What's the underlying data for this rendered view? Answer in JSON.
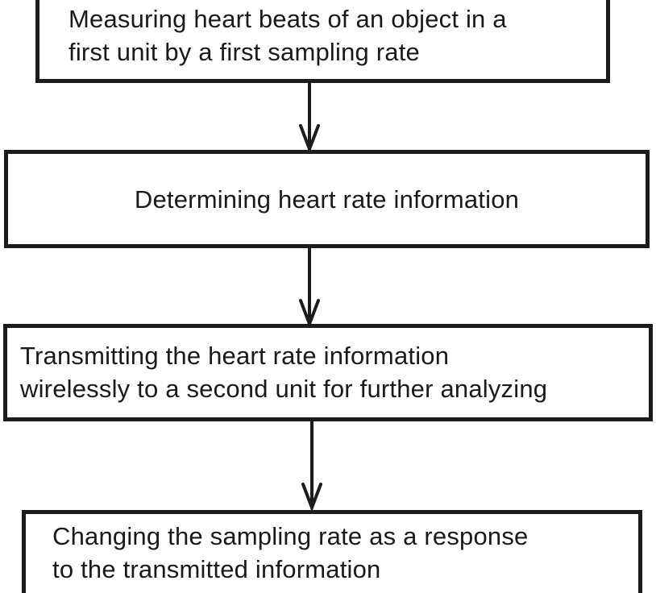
{
  "figure": {
    "type": "flowchart",
    "background_color": "#ffffff",
    "ink_color": "#1c1c1c",
    "steps": [
      {
        "id": "step-1",
        "text": "Measuring heart beats of an object in a first unit by a first sampling rate",
        "lines": [
          "Measuring heart beats of an object in a",
          "first unit by a first sampling rate"
        ]
      },
      {
        "id": "step-2",
        "text": "Determining heart rate information",
        "lines": [
          "Determining heart rate information"
        ]
      },
      {
        "id": "step-3",
        "text": "Transmitting the heart rate information wirelessly to a second unit for further analyzing",
        "lines": [
          "Transmitting the heart rate information",
          "wirelessly to a second unit for further analyzing"
        ]
      },
      {
        "id": "step-4",
        "text": "Changing the sampling rate as a response to the transmitted information",
        "lines": [
          "Changing the sampling rate as a response",
          "to the transmitted information"
        ]
      }
    ],
    "connectors": [
      {
        "from": "step-1",
        "to": "step-2",
        "direction": "down"
      },
      {
        "from": "step-2",
        "to": "step-3",
        "direction": "down"
      },
      {
        "from": "step-3",
        "to": "step-4",
        "direction": "down"
      }
    ]
  }
}
